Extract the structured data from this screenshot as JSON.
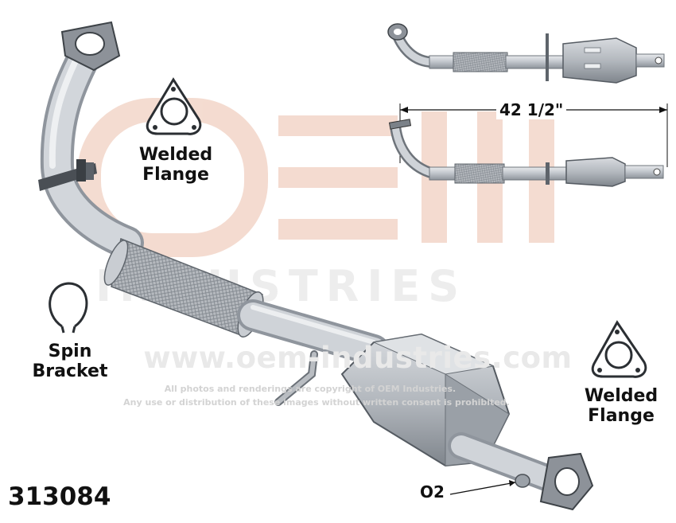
{
  "watermark": {
    "brand": "OEM",
    "brand_sub": "INDUSTRIES",
    "url": "www.oem-industries.com",
    "copyright_line1": "All photos and renderings are copyright of OEM Industries.",
    "copyright_line2": "Any use or distribution of these images without written consent is prohibited."
  },
  "labels": {
    "welded_flange_top": {
      "line1": "Welded",
      "line2": "Flange"
    },
    "spin_bracket": {
      "line1": "Spin",
      "line2": "Bracket"
    },
    "welded_flange_right": {
      "line1": "Welded",
      "line2": "Flange"
    },
    "o2": "O2",
    "dimension": "42 1/2\""
  },
  "part_number": "313084",
  "colors": {
    "pipe": "#bfc4cb",
    "pipe_dark": "#8f959d",
    "flex": "#a9adb3",
    "watermark_red": "#f4d9cf",
    "watermark_gray": "#ececec",
    "text": "#111111"
  }
}
